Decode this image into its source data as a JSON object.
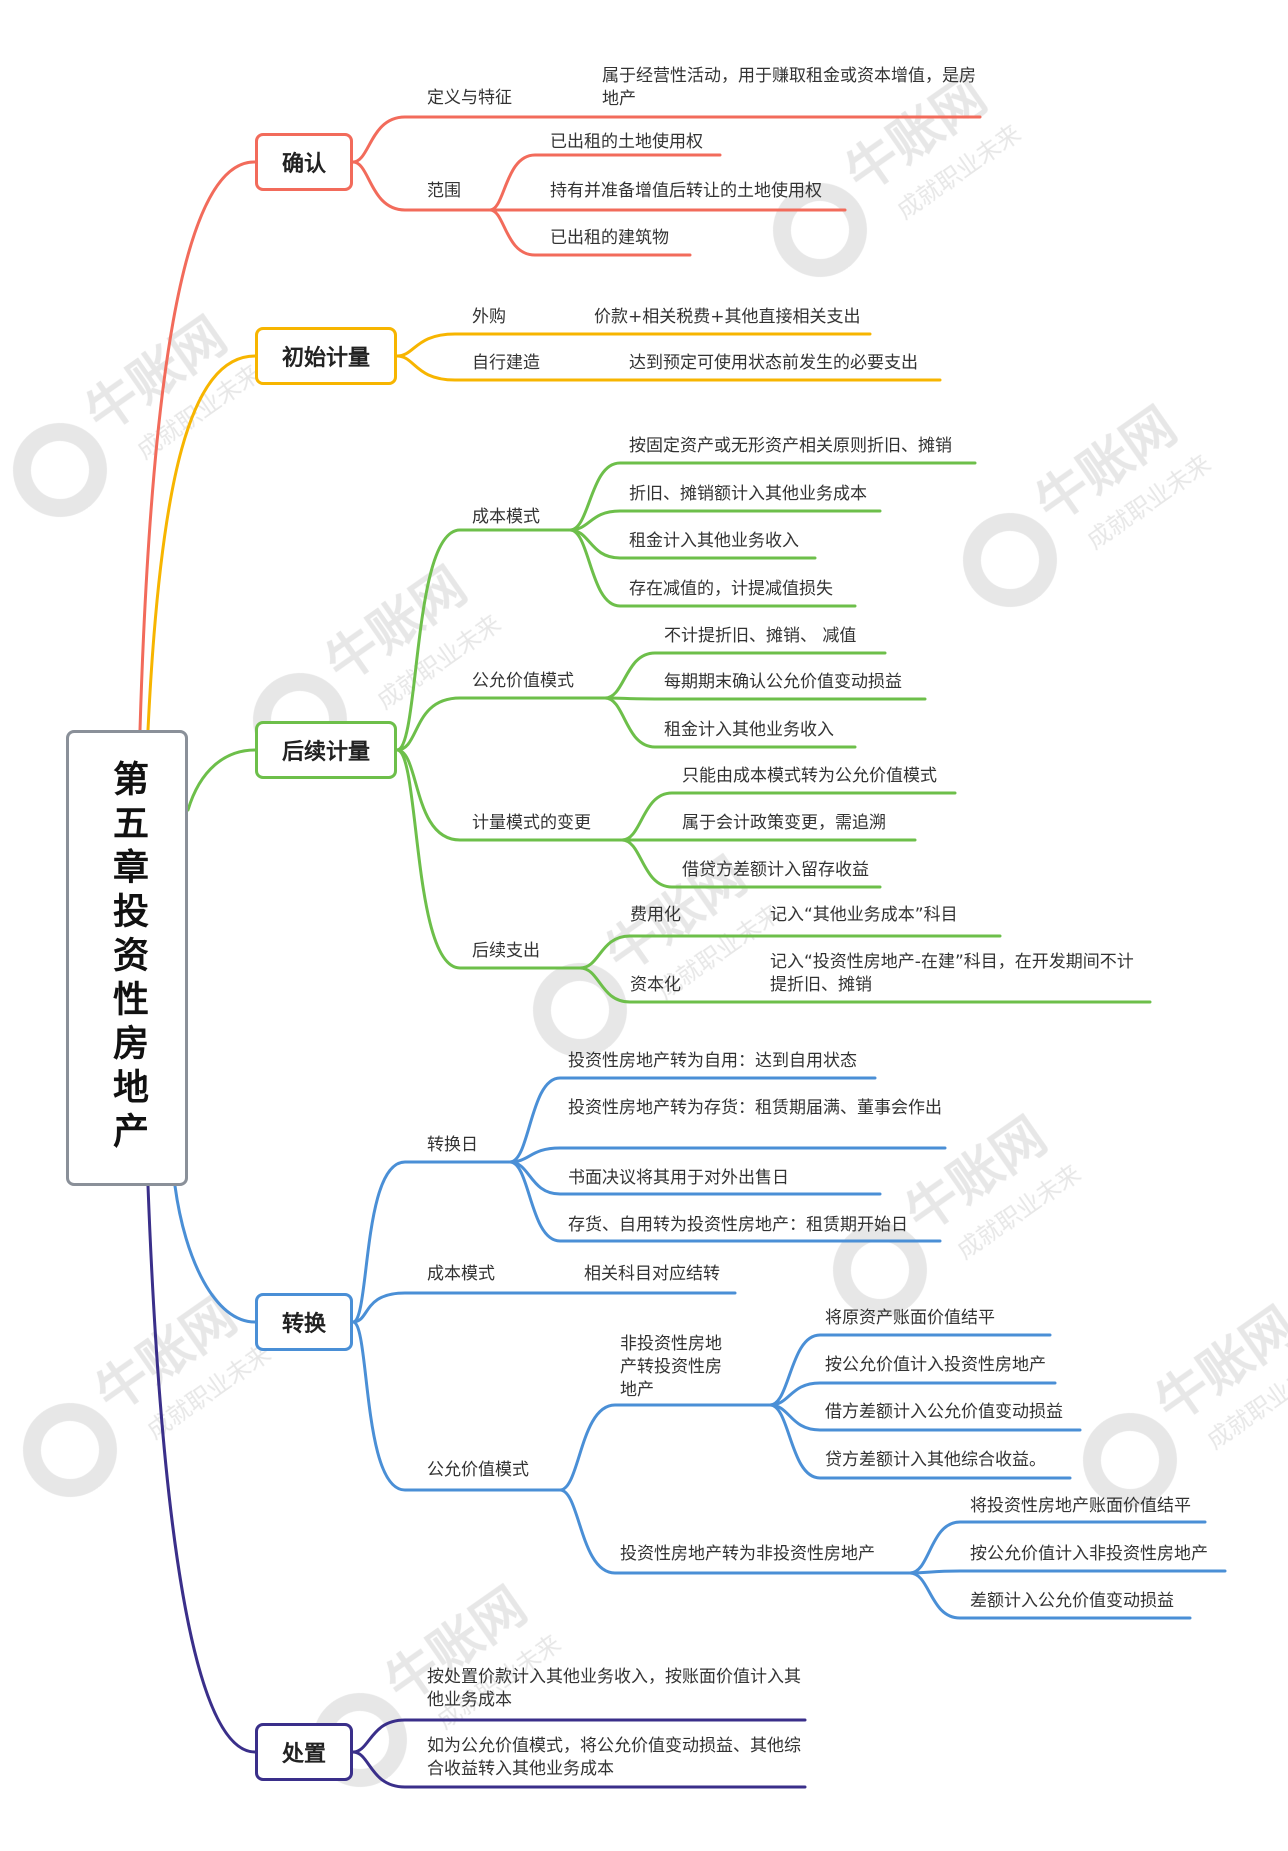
{
  "root": {
    "title": "第五章投资性房地产"
  },
  "colors": {
    "confirm": "#f26b5b",
    "initial": "#f7b500",
    "subsequent": "#6dbf4a",
    "convert": "#4a8fd6",
    "dispose": "#3a2f8a",
    "root_border": "#8a9099"
  },
  "watermark": {
    "brand": "牛账网",
    "slogan": "成就职业未来"
  },
  "branches": {
    "confirm": {
      "label": "确认",
      "definition": {
        "label": "定义与特征",
        "text": "属于经营性活动，用于赚取租金或资本增值，是房地产"
      },
      "scope": {
        "label": "范围",
        "items": [
          "已出租的土地使用权",
          "持有并准备增值后转让的土地使用权",
          "已出租的建筑物"
        ]
      }
    },
    "initial": {
      "label": "初始计量",
      "purchase": {
        "label": "外购",
        "text": "价款+相关税费+其他直接相关支出"
      },
      "self_built": {
        "label": "自行建造",
        "text": "达到预定可使用状态前发生的必要支出"
      }
    },
    "subsequent": {
      "label": "后续计量",
      "cost_model": {
        "label": "成本模式",
        "items": [
          "按固定资产或无形资产相关原则折旧、摊销",
          "折旧、摊销额计入其他业务成本",
          "租金计入其他业务收入",
          "存在减值的，计提减值损失"
        ]
      },
      "fair_model": {
        "label": "公允价值模式",
        "items": [
          "不计提折旧、摊销、 减值",
          "每期期末确认公允价值变动损益",
          "租金计入其他业务收入"
        ]
      },
      "model_change": {
        "label": "计量模式的变更",
        "items": [
          "只能由成本模式转为公允价值模式",
          "属于会计政策变更，需追溯",
          "借贷方差额计入留存收益"
        ]
      },
      "later_spending": {
        "label": "后续支出",
        "expensed": {
          "label": "费用化",
          "text": "记入“其他业务成本”科目"
        },
        "capitalized": {
          "label": "资本化",
          "text": "记入“投资性房地产-在建”科目，在开发期间不计提折旧、摊销"
        }
      }
    },
    "convert": {
      "label": "转换",
      "date": {
        "label": "转换日",
        "items": [
          "投资性房地产转为自用：达到自用状态",
          "投资性房地产转为存货：租赁期届满、董事会作出",
          "书面决议将其用于对外出售日",
          "存货、自用转为投资性房地产：租赁期开始日"
        ]
      },
      "cost": {
        "label": "成本模式",
        "text": "相关科目对应结转"
      },
      "fair": {
        "label": "公允价值模式",
        "to_invest": {
          "label": "非投资性房地产转投资性房地产",
          "items": [
            "将原资产账面价值结平",
            "按公允价值计入投资性房地产",
            "借方差额计入公允价值变动损益",
            "贷方差额计入其他综合收益。"
          ]
        },
        "from_invest": {
          "label": "投资性房地产转为非投资性房地产",
          "items": [
            "将投资性房地产账面价值结平",
            "按公允价值计入非投资性房地产",
            "差额计入公允价值变动损益"
          ]
        }
      }
    },
    "dispose": {
      "label": "处置",
      "items": [
        "按处置价款计入其他业务收入，按账面价值计入其他业务成本",
        "如为公允价值模式，将公允价值变动损益、其他综合收益转入其他业务成本"
      ]
    }
  }
}
